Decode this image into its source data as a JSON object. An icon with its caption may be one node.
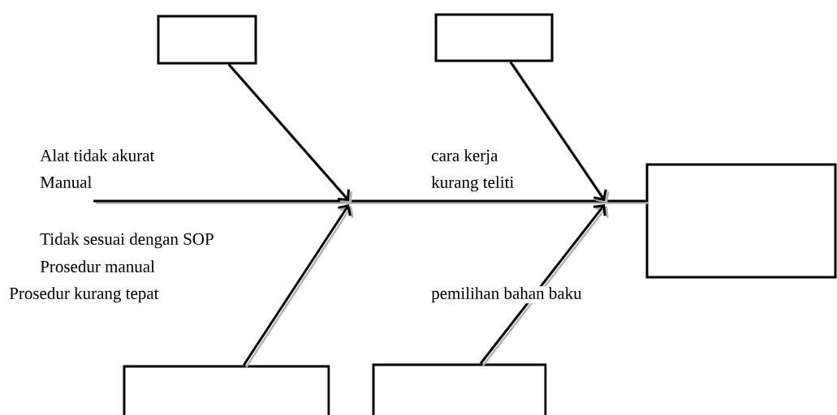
{
  "diagram": {
    "nodes": [
      {
        "text": [],
        "shape": "box"
      },
      {
        "text": [],
        "shape": "box"
      },
      {
        "text": [],
        "shape": "box"
      },
      {
        "text": [],
        "shape": "box"
      },
      {
        "text": [],
        "shape": "box"
      }
    ],
    "edges": [
      {
        "from": null,
        "to": 2,
        "arrow": "none"
      },
      {
        "from": 0,
        "to": null,
        "arrow": "to"
      },
      {
        "from": 3,
        "to": null,
        "arrow": "to"
      },
      {
        "from": 1,
        "to": null,
        "arrow": "to"
      },
      {
        "from": 4,
        "to": null,
        "arrow": "to"
      }
    ],
    "labels": [
      "Alat tidak akurat",
      "Manual",
      "cara kerja",
      "kurang teliti",
      "Tidak sesuai dengan SOP",
      "Prosedur manual",
      "Prosedur kurang tepat",
      "pemilihan bahan baku"
    ]
  }
}
